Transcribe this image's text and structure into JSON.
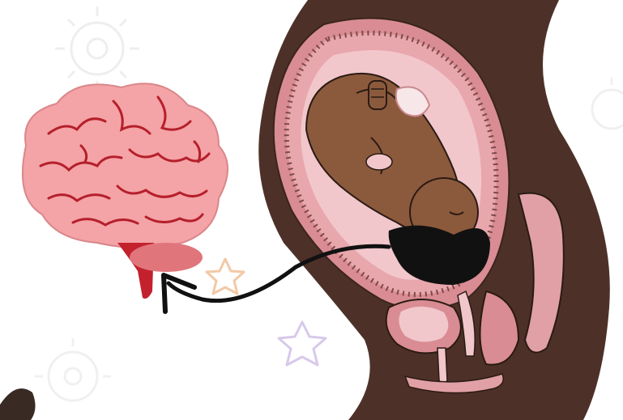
{
  "image": {
    "kind": "illustration",
    "subject_parts": [
      "virus-watermarks",
      "brain",
      "pituitary-gland",
      "pregnant-body-cross-section",
      "uterus",
      "fetus",
      "arrow",
      "stars"
    ]
  },
  "colors": {
    "background": "#ffffff",
    "watermark": "#eeeeee",
    "brain_fill": "#f4a3a6",
    "brain_lines": "#b51f2b",
    "pituitary": "#e0767c",
    "stem": "#c4212e",
    "body_skin": "#4d3128",
    "uterus_outer": "#d98c93",
    "uterus_inner": "#f1c7cb",
    "fluid": "#e8a6ad",
    "fetus_skin": "#8b5a3c",
    "fetus_hair": "#111111",
    "arrow": "#111111",
    "star_orange": "#f2c9a6",
    "star_purple": "#d8c9ea"
  }
}
